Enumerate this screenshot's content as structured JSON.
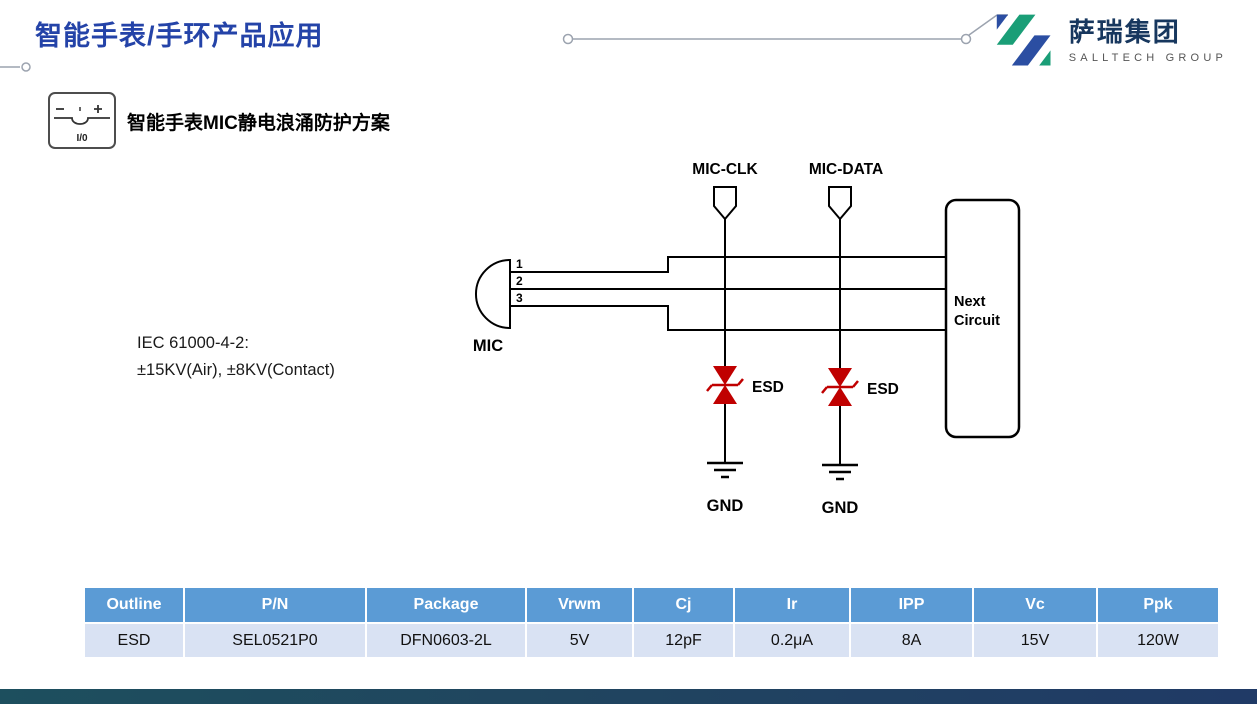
{
  "header": {
    "title": "智能手表/手环产品应用",
    "logo": {
      "name": "萨瑞集团",
      "subtitle": "SALLTECH GROUP"
    }
  },
  "intro": {
    "io_badge": "I/0",
    "section_heading": "智能手表MIC静电浪涌防护方案",
    "iec_line1": "IEC 61000-4-2:",
    "iec_line2": "±15KV(Air), ±8KV(Contact)"
  },
  "diagram": {
    "mic_clk": "MIC-CLK",
    "mic_data": "MIC-DATA",
    "mic": "MIC",
    "pin1": "1",
    "pin2": "2",
    "pin3": "3",
    "esd1": "ESD",
    "esd2": "ESD",
    "gnd1": "GND",
    "gnd2": "GND",
    "next_circuit_line1": "Next",
    "next_circuit_line2": "Circuit"
  },
  "table": {
    "headers": [
      "Outline",
      "P/N",
      "Package",
      "Vrwm",
      "Cj",
      "Ir",
      "IPP",
      "Vc",
      "Ppk"
    ],
    "rows": [
      [
        "ESD",
        "SEL0521P0",
        "DFN0603-2L",
        "5V",
        "12pF",
        "0.2μA",
        "8A",
        "15V",
        "120W"
      ]
    ]
  },
  "colors": {
    "title_blue": "#2443A8",
    "logo_green": "#1A9E77",
    "logo_blue": "#2B4EA2",
    "logo_text_navy": "#17375E",
    "esd_red": "#C00000",
    "table_header_bg": "#5B9BD5",
    "table_row_bg": "#D9E2F3",
    "footer_teal": "#1D4F5E",
    "footer_navy": "#203A66"
  }
}
